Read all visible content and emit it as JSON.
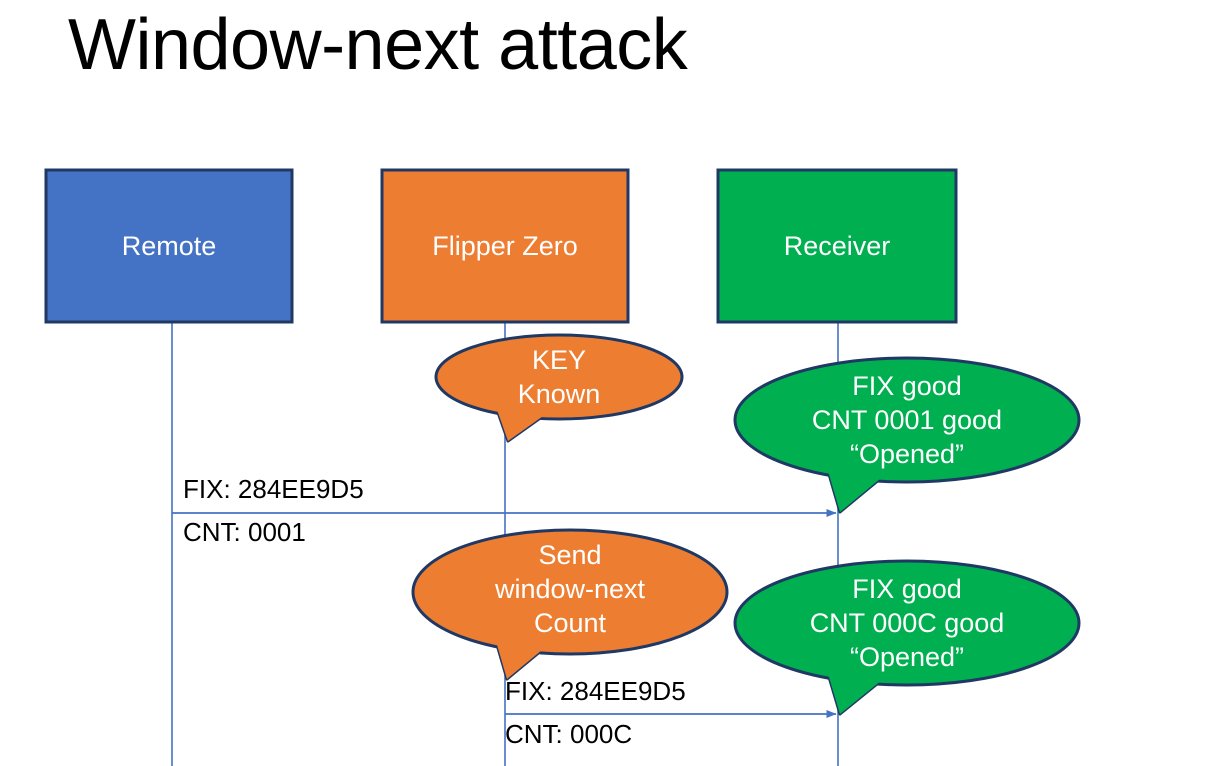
{
  "slide": {
    "title": "Window-next attack",
    "background_color": "#FFFFFF"
  },
  "colors": {
    "remote_fill": "#4472C4",
    "flipper_fill": "#ED7D31",
    "receiver_fill": "#00B050",
    "shape_outline": "#1F3864",
    "lifeline": "#4472C4",
    "arrow": "#4472C4",
    "label_text": "#000000",
    "shape_text": "#FFFFFF"
  },
  "actors": [
    {
      "id": "remote",
      "label": "Remote",
      "fill": "#4472C4"
    },
    {
      "id": "flipper",
      "label": "Flipper Zero",
      "fill": "#ED7D31"
    },
    {
      "id": "receiver",
      "label": "Receiver",
      "fill": "#00B050"
    }
  ],
  "callouts": [
    {
      "id": "key-known",
      "owner": "flipper",
      "fill": "#ED7D31",
      "lines": [
        "KEY",
        "Known"
      ]
    },
    {
      "id": "fix-good-0001",
      "owner": "receiver",
      "fill": "#00B050",
      "lines": [
        "FIX good",
        "CNT 0001 good",
        "“Opened”"
      ]
    },
    {
      "id": "send-window-next",
      "owner": "flipper",
      "fill": "#ED7D31",
      "lines": [
        "Send",
        "window-next",
        "Count"
      ]
    },
    {
      "id": "fix-good-000C",
      "owner": "receiver",
      "fill": "#00B050",
      "lines": [
        "FIX good",
        "CNT 000C good",
        "“Opened”"
      ]
    }
  ],
  "messages": [
    {
      "id": "msg-remote-to-receiver",
      "from": "remote",
      "to": "receiver",
      "fix_label": "FIX: 284EE9D5",
      "cnt_label": "CNT: 0001"
    },
    {
      "id": "msg-flipper-to-receiver",
      "from": "flipper",
      "to": "receiver",
      "fix_label": "FIX: 284EE9D5",
      "cnt_label": "CNT: 000C"
    }
  ]
}
